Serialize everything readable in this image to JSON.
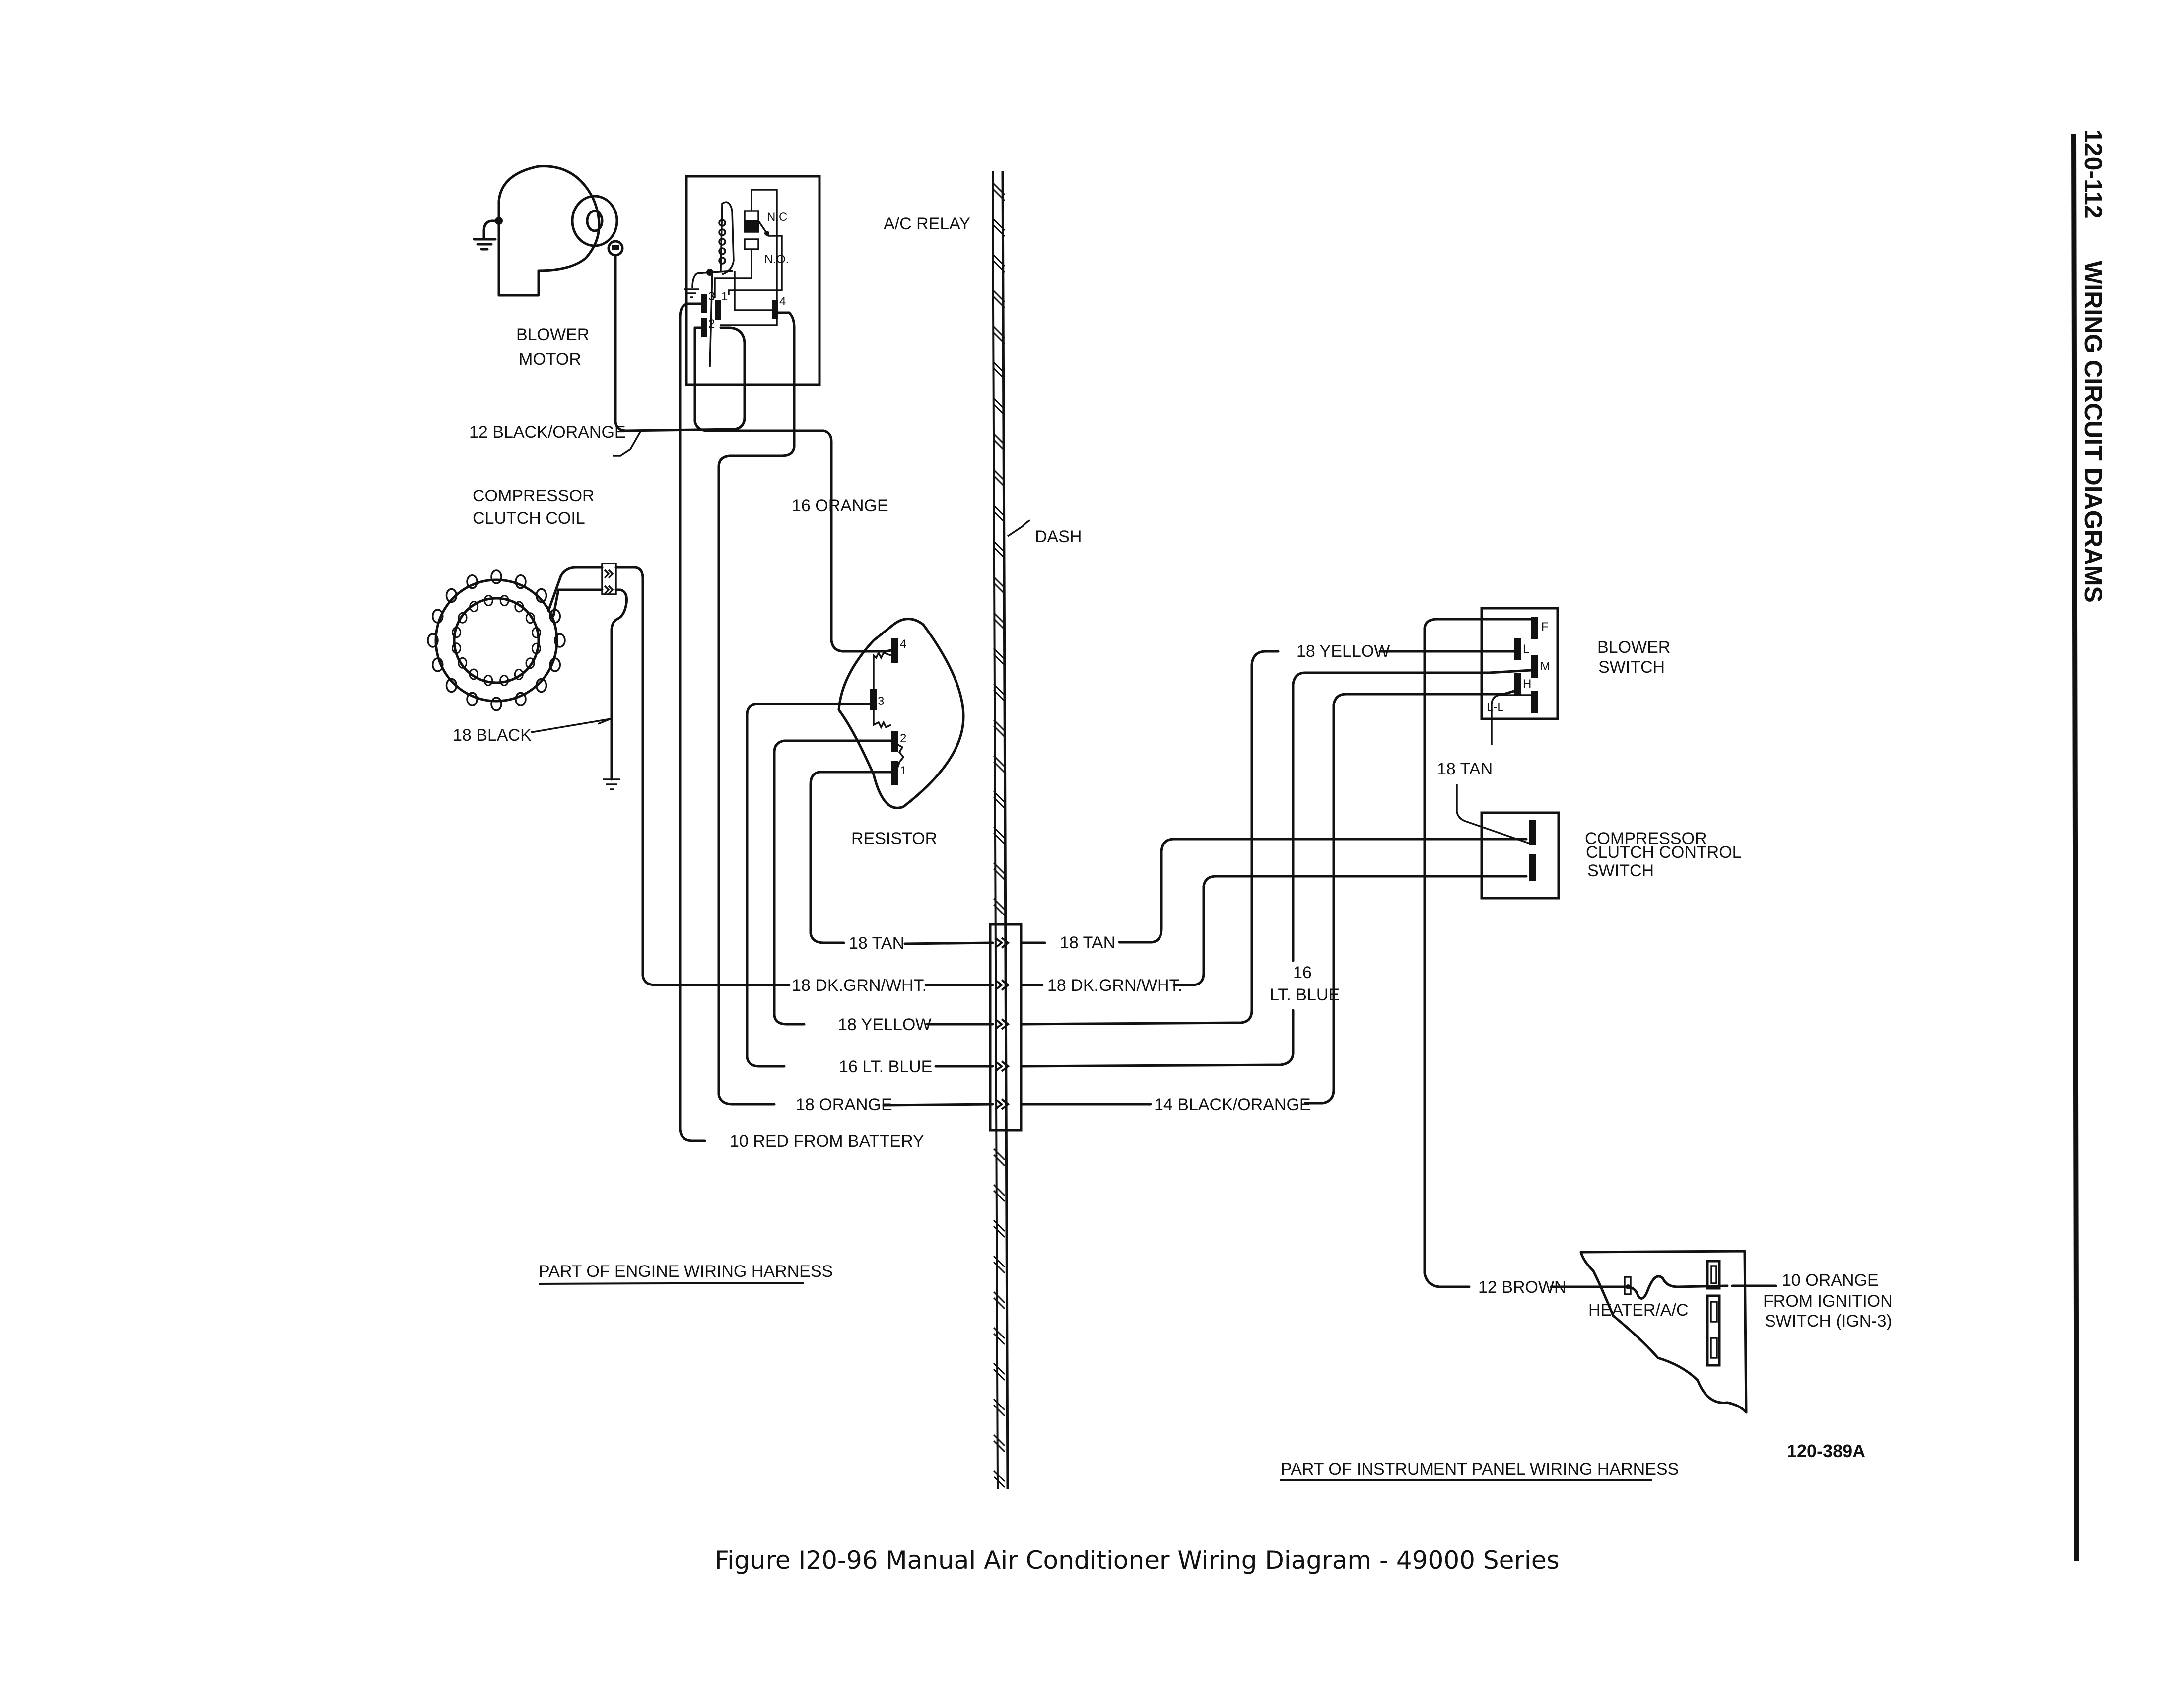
{
  "page": {
    "section_number": "120-112",
    "section_title": "WIRING CIRCUIT DIAGRAMS",
    "figure_caption": "Figure I20-96 Manual Air Conditioner Wiring Diagram - 49000 Series",
    "figure_code": "120-389A"
  },
  "components": {
    "blower_motor": "BLOWER\nMOTOR",
    "blower_motor_l1": "BLOWER",
    "blower_motor_l2": "MOTOR",
    "ac_relay": "A/C RELAY",
    "relay_nc": "N.C",
    "relay_no": "N.O.",
    "relay_terminals": [
      "1",
      "2",
      "3",
      "4"
    ],
    "compressor_coil_l1": "COMPRESSOR",
    "compressor_coil_l2": "CLUTCH COIL",
    "resistor": "RESISTOR",
    "resistor_terminals": [
      "1",
      "2",
      "3",
      "4"
    ],
    "dash": "DASH",
    "blower_switch_l1": "BLOWER",
    "blower_switch_l2": "SWITCH",
    "blower_switch_terminals": [
      "F",
      "L",
      "M",
      "H",
      "L-L"
    ],
    "ccc_switch_l1": "COMPRESSOR",
    "ccc_switch_l2": "CLUTCH CONTROL",
    "ccc_switch_l3": "SWITCH",
    "fuse_block": "HEATER/A/C"
  },
  "wires": {
    "blower_feed": "12 BLACK/ORANGE",
    "relay_to_resistor": "16 ORANGE",
    "clutch_ground": "18 BLACK",
    "engine_side": [
      "18 TAN",
      "18 DK.GRN/WHT.",
      "18 YELLOW",
      "16 LT. BLUE",
      "18 ORANGE",
      "10 RED FROM BATTERY"
    ],
    "panel_side": [
      "18 TAN",
      "18 DK.GRN/WHT.",
      "14 BLACK/ORANGE"
    ],
    "panel_lt_blue_l1": "16",
    "panel_lt_blue_l2": "LT. BLUE",
    "panel_yellow": "18 YELLOW",
    "switch_tan": "18 TAN",
    "brown": "12 BROWN",
    "ign_l1": "10 ORANGE",
    "ign_l2": "FROM IGNITION",
    "ign_l3": "SWITCH (IGN-3)"
  },
  "harness_labels": {
    "engine": "PART OF ENGINE WIRING HARNESS",
    "panel": "PART OF INSTRUMENT PANEL WIRING HARNESS"
  }
}
